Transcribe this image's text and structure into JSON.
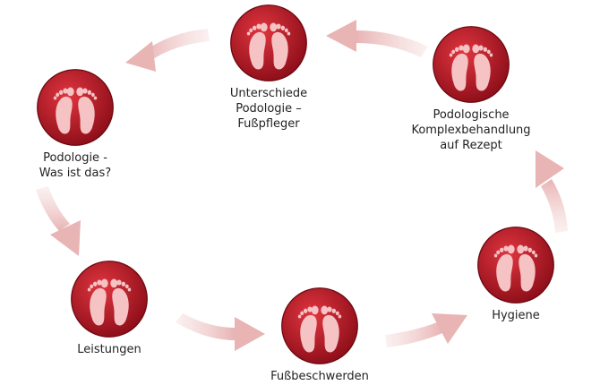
{
  "colors": {
    "disc_light": "#e0353f",
    "disc_dark": "#8a0d18",
    "foot": "#f6c3c5",
    "arrow": "#f2cfcf",
    "text": "#222222"
  },
  "icon": "footprints-icon",
  "nodes": [
    {
      "id": "unterschiede",
      "label": "Unterschiede\nPodologie – Fußpfleger"
    },
    {
      "id": "podologie",
      "label": "Podologie -\nWas ist das?"
    },
    {
      "id": "leistungen",
      "label": "Leistungen"
    },
    {
      "id": "fussbeschwerden",
      "label": "Fußbeschwerden"
    },
    {
      "id": "hygiene",
      "label": "Hygiene"
    },
    {
      "id": "komplex",
      "label": "Podologische\nKomplexbehandlung\nauf Rezept"
    }
  ]
}
